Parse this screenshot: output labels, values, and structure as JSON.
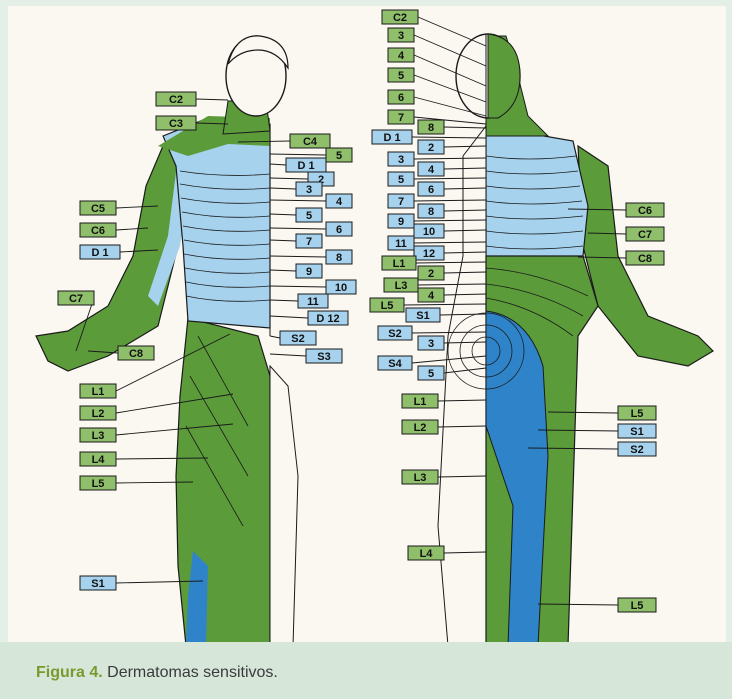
{
  "colors": {
    "green": "#5c9b3a",
    "light_blue": "#a6d2ee",
    "dark_blue": "#2f84c9",
    "background": "#fbf8f1",
    "caption_bg": "#d6e7da",
    "caption_accent": "#7a9a2d"
  },
  "caption": {
    "label": "Figura 4.",
    "text": " Dermatomas sensitivos."
  },
  "front_labels": {
    "C2": "C2",
    "C3": "C3",
    "C4": "C4",
    "C5": "C5",
    "C6": "C6",
    "D1": "D 1",
    "C7": "C7",
    "C8": "C8",
    "n5": "5",
    "D1b": "D 1",
    "n2": "2",
    "n3": "3",
    "n4": "4",
    "n5b": "5",
    "n6": "6",
    "n7": "7",
    "n8": "8",
    "n9": "9",
    "n10": "10",
    "n11": "11",
    "D12": "D 12",
    "S2": "S2",
    "S3": "S3",
    "L1": "L1",
    "L2": "L2",
    "L3": "L3",
    "L4": "L4",
    "L5": "L5",
    "S1": "S1"
  },
  "back_labels": {
    "C2": "C2",
    "n3": "3",
    "n4": "4",
    "n5": "5",
    "n6": "6",
    "n7": "7",
    "n8": "8",
    "D1": "D 1",
    "n2": "2",
    "n3b": "3",
    "n4b": "4",
    "n5b": "5",
    "n6b": "6",
    "n7b": "7",
    "n8b": "8",
    "n9": "9",
    "n10": "10",
    "n11": "11",
    "n12": "12",
    "L1": "L1",
    "n2g": "2",
    "L3": "L3",
    "n4g": "4",
    "L5": "L5",
    "S1": "S1",
    "S2": "S2",
    "n3s": "3",
    "S4": "S4",
    "n5s": "5",
    "C6": "C6",
    "C7": "C7",
    "C8": "C8",
    "L1b": "L1",
    "L2b": "L2",
    "L3b": "L3",
    "L4b": "L4",
    "L5r": "L5",
    "S1r": "S1",
    "S2r": "S2",
    "L5b": "L5"
  }
}
